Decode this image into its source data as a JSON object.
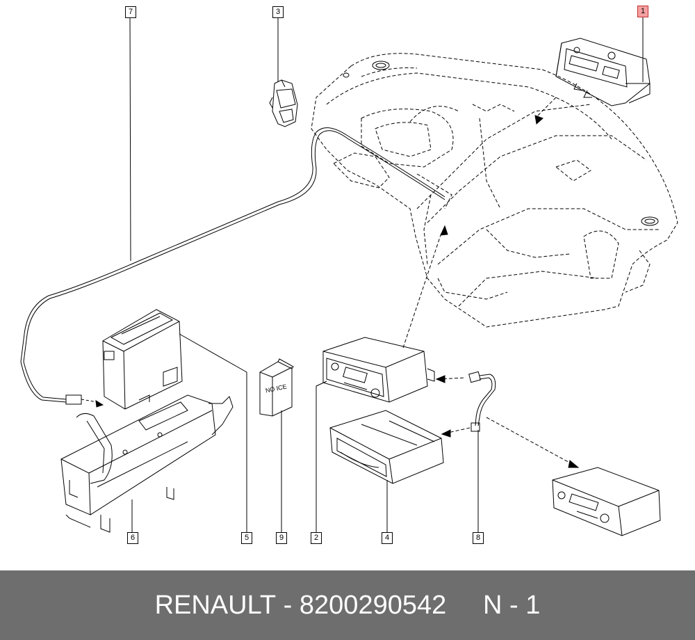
{
  "callouts": {
    "c1": "1",
    "c2": "2",
    "c3": "3",
    "c4": "4",
    "c5": "5",
    "c6": "6",
    "c7": "7",
    "c8": "8",
    "c9": "9"
  },
  "manual_label": "NO ICE",
  "footer": {
    "brand": "RENAULT",
    "separator1": " - ",
    "part_number": "8200290542",
    "gap": "     ",
    "position_code": "N - 1"
  },
  "colors": {
    "line": "#000000",
    "highlight_fill": "#f4a0a0",
    "footer_bg": "#6e6e6e",
    "footer_text": "#ffffff"
  }
}
